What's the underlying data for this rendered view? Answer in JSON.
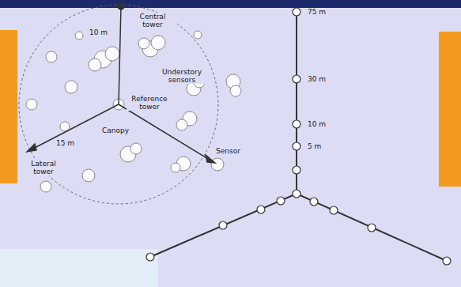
{
  "diagram": {
    "labels": [
      "Central tower",
      "10 m",
      "Understory sensors",
      "Reference tower",
      "Canopy",
      "15 m",
      "Lateral tower",
      "Sensor",
      "75 m",
      "30 m",
      "10 m",
      "5 m"
    ]
  }
}
